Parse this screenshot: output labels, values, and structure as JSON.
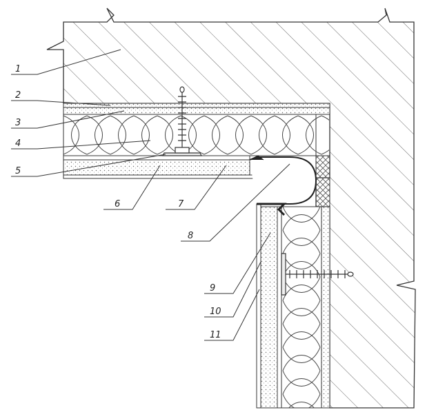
{
  "labels": [
    "1",
    "2",
    "3",
    "4",
    "5",
    "6",
    "7",
    "8",
    "9",
    "10",
    "11"
  ],
  "colors": {
    "ink": "#333333",
    "hatch": "#555555",
    "fill": "#ffffff"
  }
}
